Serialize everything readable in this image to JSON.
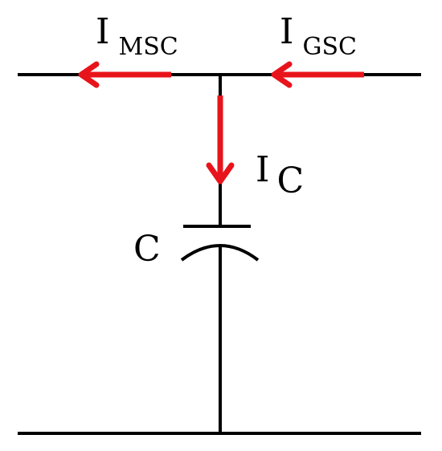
{
  "colors": {
    "wire": "#000000",
    "current": "#e8141b",
    "text": "#000000",
    "background": "#ffffff"
  },
  "labels": {
    "i_msc": {
      "main": "I",
      "sub": "MSC"
    },
    "i_gsc": {
      "main": "I",
      "sub": "GSC"
    },
    "i_c": {
      "main": "I",
      "sub": "C"
    },
    "capacitor": "C"
  }
}
